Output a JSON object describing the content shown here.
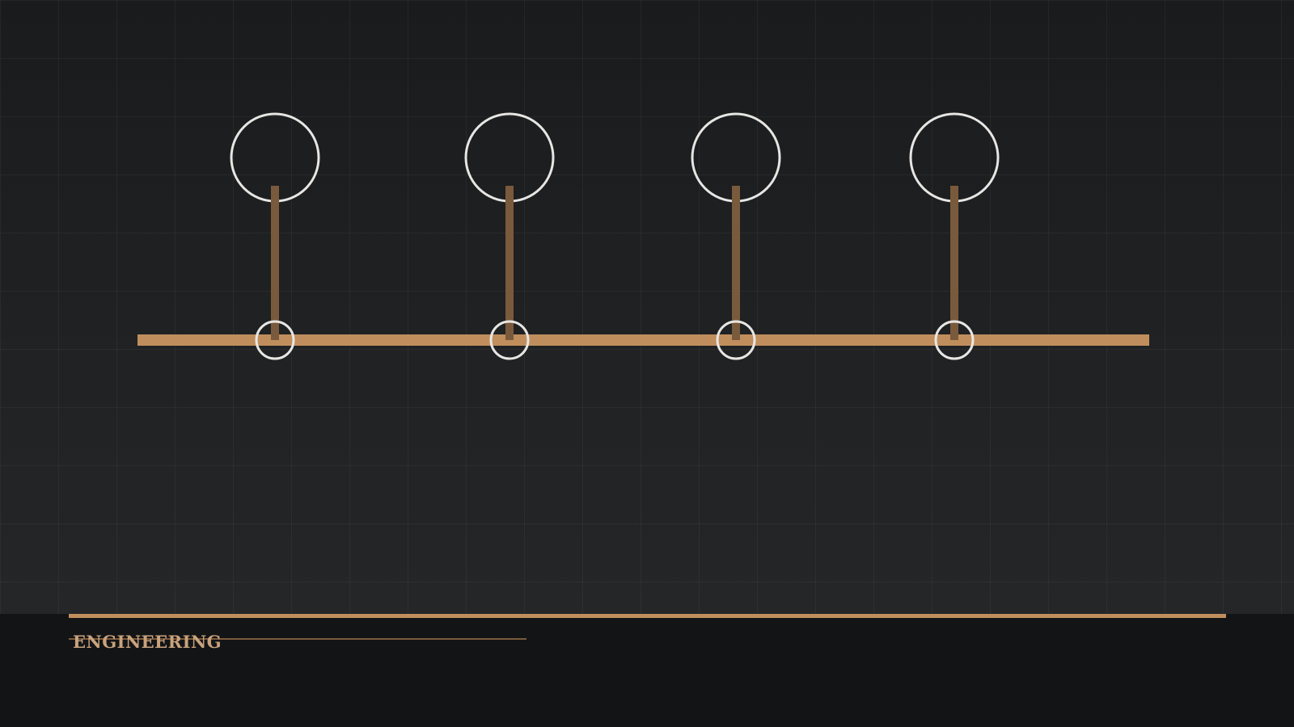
{
  "footer": {
    "label": "ENGINEERING"
  },
  "diagram": {
    "colors": {
      "accent": "#c08e5c",
      "stem": "#7a5a3c",
      "circle_stroke": "#e8e6e3",
      "background_top": "#1a1b1d",
      "background_bottom": "#242628",
      "footer_background": "#131416"
    },
    "nodes": [
      {
        "id": "node-1"
      },
      {
        "id": "node-2"
      },
      {
        "id": "node-3"
      },
      {
        "id": "node-4"
      }
    ]
  }
}
